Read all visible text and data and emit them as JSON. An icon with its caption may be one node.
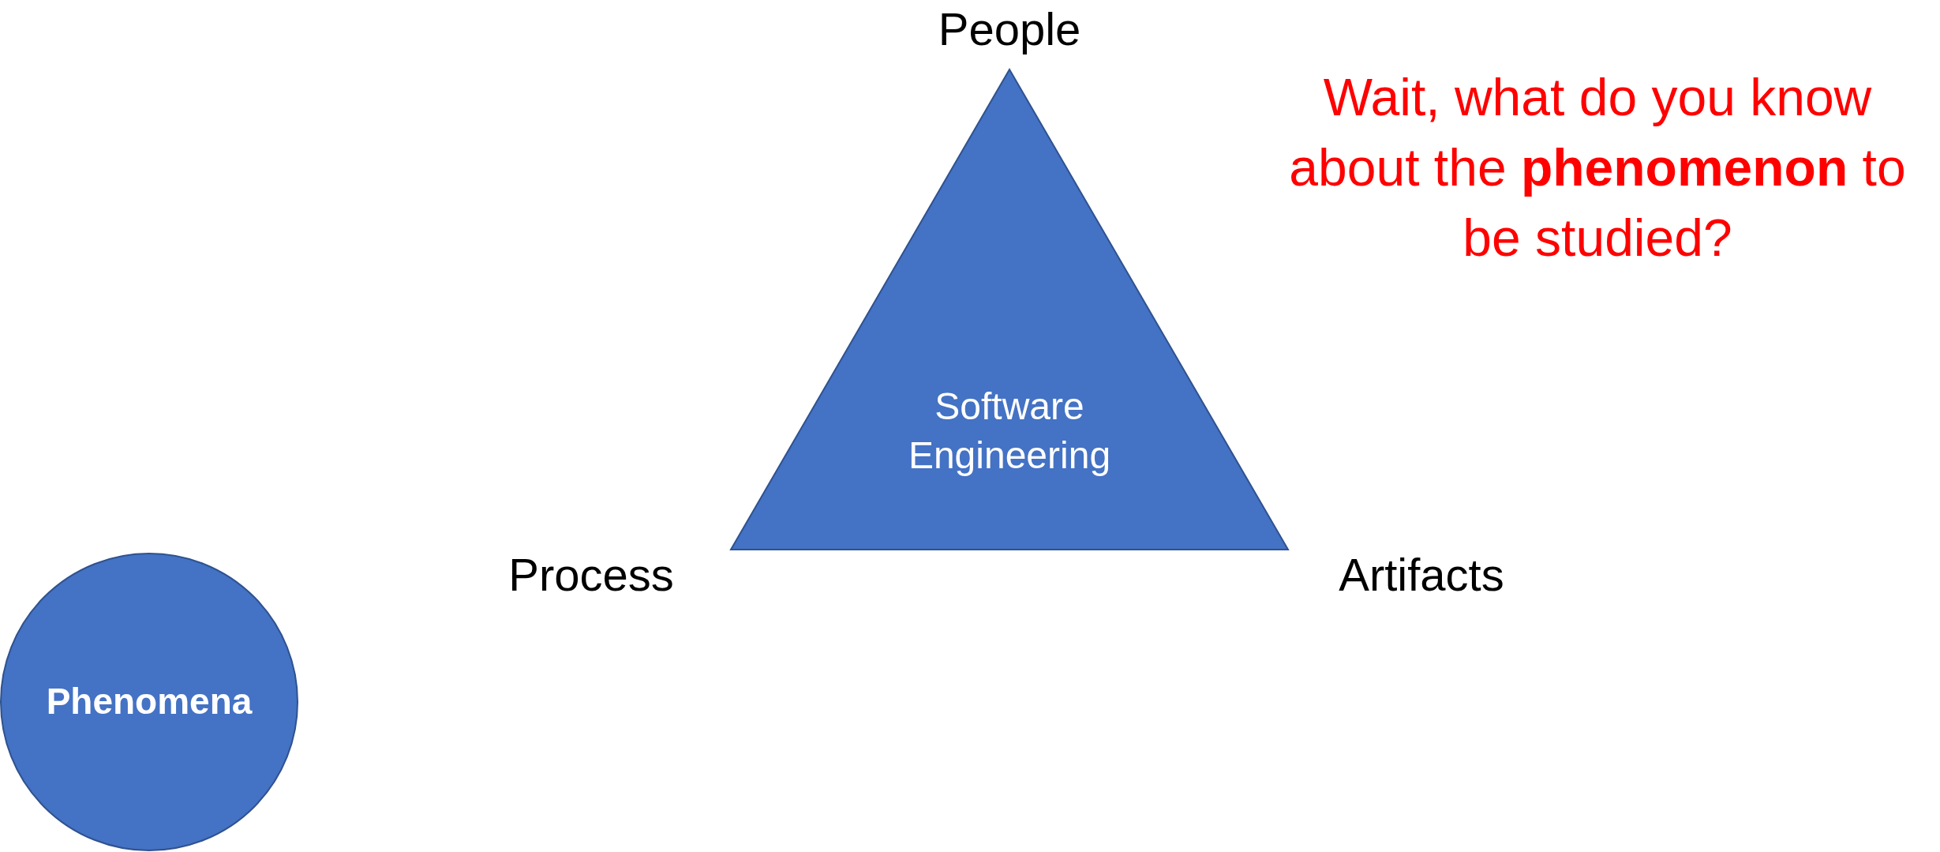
{
  "diagram": {
    "nodes": [
      {
        "text": [
          "Software Engineering"
        ]
      },
      {
        "text": [
          "Phenomena"
        ]
      }
    ],
    "edges": [],
    "labels": [
      "People",
      "Wait, what do you know about the **phenomenon** to be studied?",
      "Process",
      "Artifacts"
    ]
  }
}
